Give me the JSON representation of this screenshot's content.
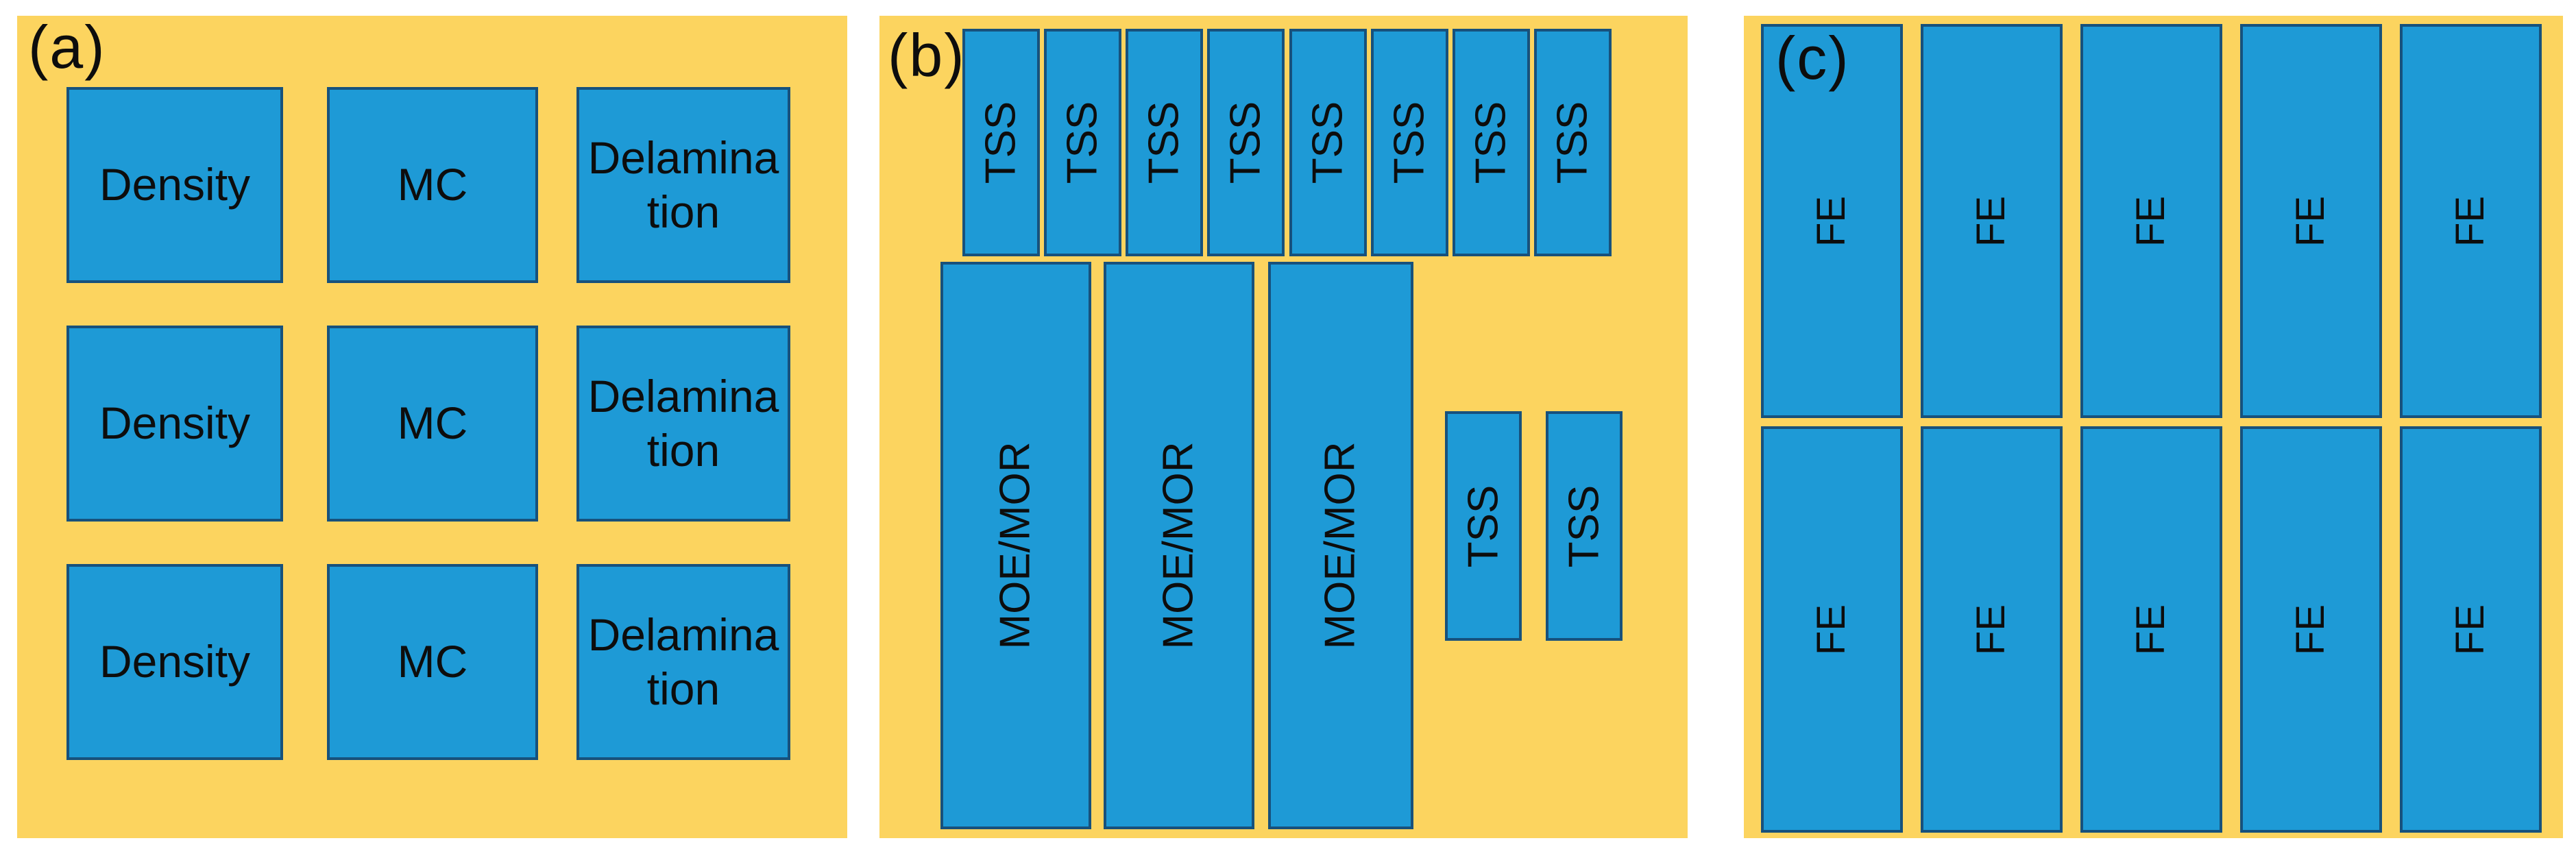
{
  "figure": {
    "description": "Specimen cutting layout diagram with three yellow panels of blue labeled blocks",
    "colors": {
      "page_bg": "#ffffff",
      "panel_bg": "#fcd45f",
      "block_fill": "#1e9ad6",
      "block_border": "#17517c",
      "text": "#0d0d0d"
    }
  },
  "panel_a": {
    "label": "(a)",
    "grid": [
      [
        "Density",
        "MC",
        "Delamina\ntion"
      ],
      [
        "Density",
        "MC",
        "Delamina\ntion"
      ],
      [
        "Density",
        "MC",
        "Delamina\ntion"
      ]
    ]
  },
  "panel_b": {
    "label": "(b)",
    "top_tss": [
      "TSS",
      "TSS",
      "TSS",
      "TSS",
      "TSS",
      "TSS",
      "TSS",
      "TSS"
    ],
    "moe": [
      "MOE/MOR",
      "MOE/MOR",
      "MOE/MOR"
    ],
    "side_tss": [
      "TSS",
      "TSS"
    ]
  },
  "panel_c": {
    "label": "(c)",
    "fe_row1": [
      "FE",
      "FE",
      "FE",
      "FE",
      "FE"
    ],
    "fe_row2": [
      "FE",
      "FE",
      "FE",
      "FE",
      "FE"
    ]
  }
}
